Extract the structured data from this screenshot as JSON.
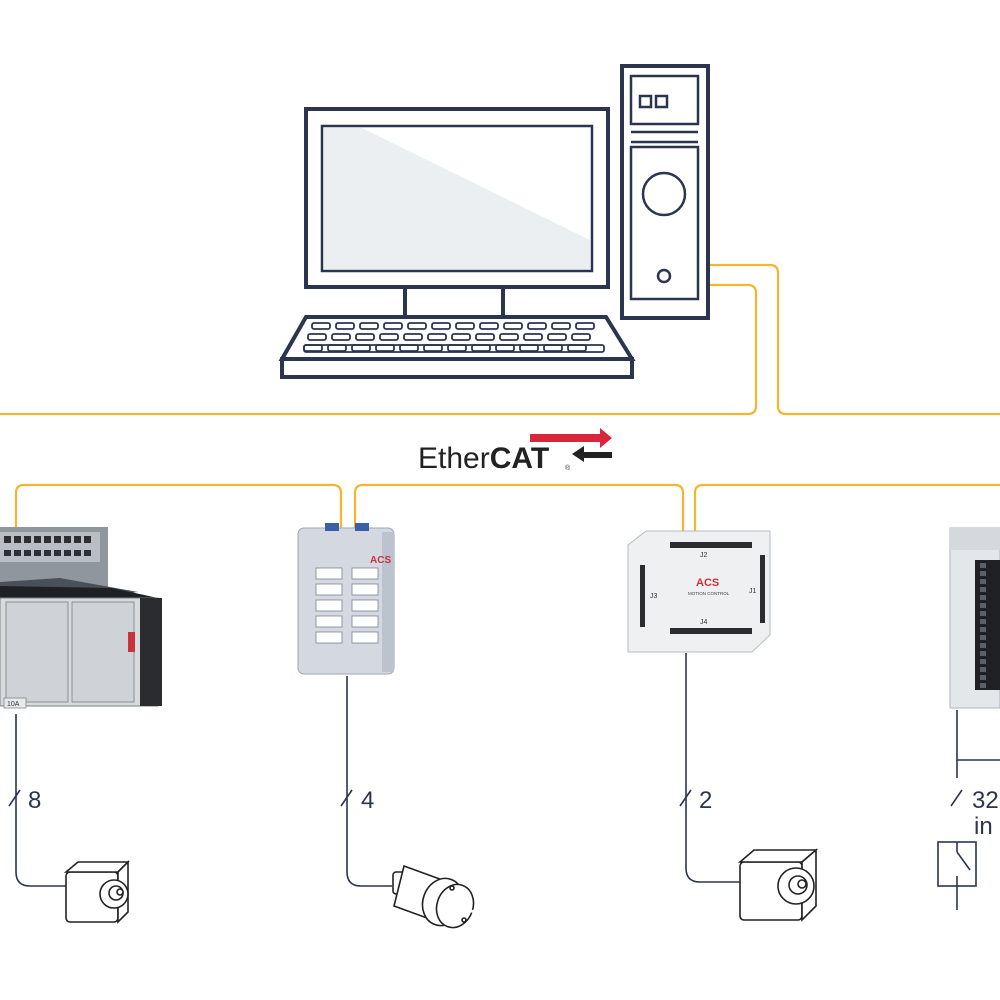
{
  "network": {
    "logo_prefix": "Ether",
    "logo_bold": "CAT",
    "logo_mark": "®",
    "colors": {
      "wire": "#f2b632",
      "outline": "#2b3550",
      "logo_arrow": "#d9263a"
    }
  },
  "devices": [
    {
      "name": "rack-drive-controller",
      "channel_count": "8"
    },
    {
      "name": "compact-io-module",
      "channel_count": "4",
      "brand": "ACS"
    },
    {
      "name": "motion-control-board",
      "channel_count": "2",
      "brand": "ACS",
      "brand_sub": "MOTION CONTROL",
      "connectors": [
        "J2",
        "J3",
        "J1",
        "J4"
      ]
    },
    {
      "name": "io-terminal-module",
      "channel_count": "32",
      "channel_type": "in"
    }
  ],
  "rack": {
    "rating_label": "10A"
  }
}
